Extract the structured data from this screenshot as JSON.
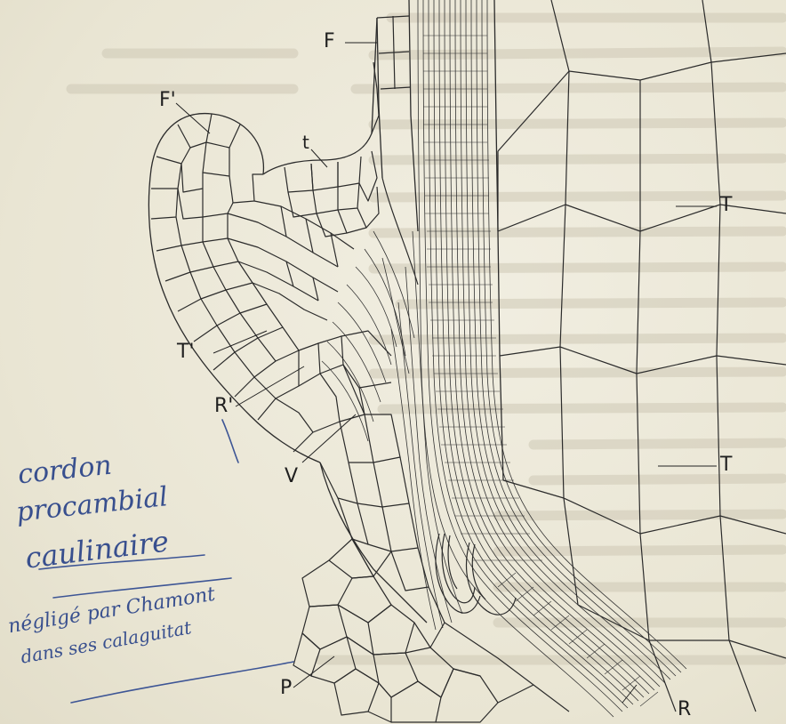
{
  "figure": {
    "labels": {
      "F": "F",
      "F_prime": "F'",
      "t": "t",
      "T_upper": "T",
      "T_lower": "T",
      "T_prime": "T'",
      "R_prime": "R'",
      "V": "V",
      "P": "P",
      "R": "R"
    }
  },
  "handwritten_note": {
    "line1": "cordon",
    "line2": "procambial",
    "line3": "caulinaire",
    "line4": "négligé par Chamont",
    "line5": "dans ses calaguitat"
  },
  "colors": {
    "paper": "#ece8d8",
    "ink_drawing": "#2b2b2b",
    "ink_handwriting": "#3d5595"
  }
}
